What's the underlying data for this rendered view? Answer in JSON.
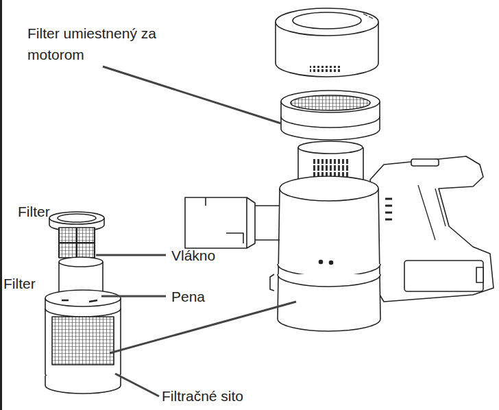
{
  "diagram": {
    "labels": [
      "Filter umiestnený za motorom",
      "Filter",
      "Vlákno",
      "Filter",
      "Pena",
      "Filtračné sito"
    ]
  }
}
